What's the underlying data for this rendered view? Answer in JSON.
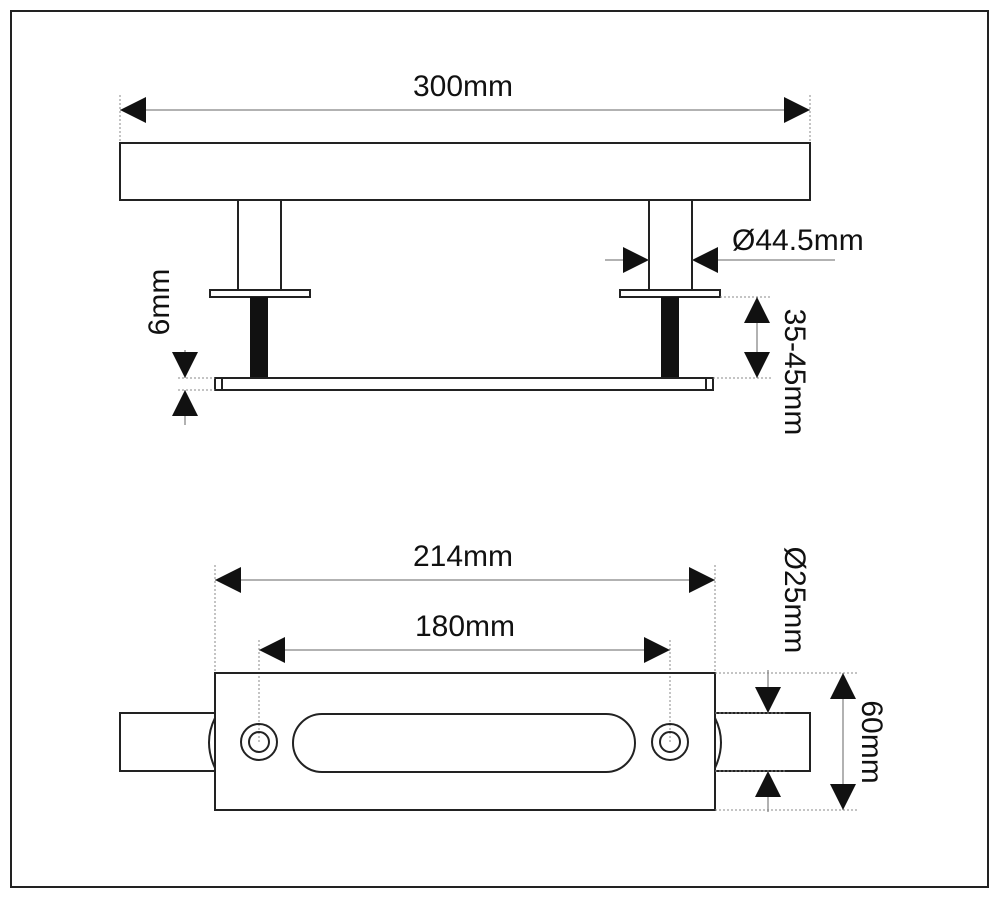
{
  "top_view": {
    "length_label": "300mm",
    "diameter_label": "Ø44.5mm",
    "plate_thickness_label": "6mm",
    "door_thickness_label": "35-45mm"
  },
  "bottom_view": {
    "plate_length_label": "214mm",
    "hole_spacing_label": "180mm",
    "bar_diameter_label": "Ø25mm",
    "plate_width_label": "60mm"
  },
  "colors": {
    "line": "#222222",
    "fill": "#ffffff",
    "screw": "#111111"
  }
}
